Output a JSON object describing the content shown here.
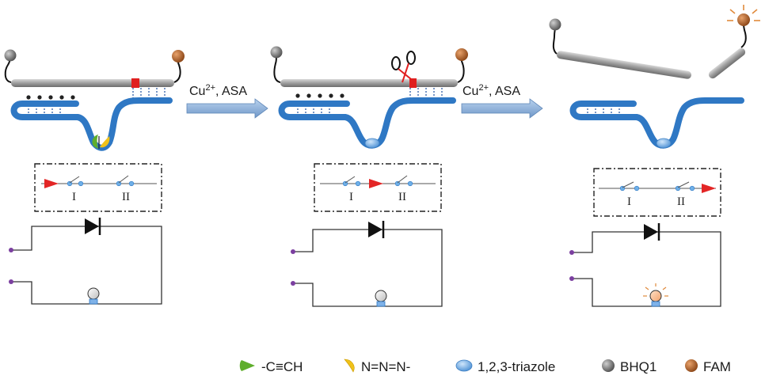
{
  "arrows": [
    {
      "label": "Cu",
      "sup": "2+",
      "suffix": ", ASA"
    },
    {
      "label": "Cu",
      "sup": "2+",
      "suffix": ", ASA"
    }
  ],
  "switches": [
    {
      "first": "I",
      "second": "II"
    },
    {
      "first": "I",
      "second": "II"
    },
    {
      "first": "I",
      "second": "II"
    }
  ],
  "legend": [
    {
      "label": "-C≡CH",
      "icon": "alkyne-icon"
    },
    {
      "label": "N=N=N-",
      "icon": "azide-icon"
    },
    {
      "label": "1,2,3-triazole",
      "icon": "triazole-icon"
    },
    {
      "label": "BHQ1",
      "icon": "bhq1-icon"
    },
    {
      "label": "FAM",
      "icon": "fam-icon"
    }
  ],
  "colors": {
    "dna": "#2f78c4",
    "strand": "#9a9a9a",
    "fam": "#b5652a",
    "bhq1": "#6f6f6f",
    "alkyne": "#5fae2c",
    "azide": "#f0c21a",
    "triazole": "#6fb0e8",
    "diode": "#e32626",
    "arrow": "#7fa8d6"
  }
}
